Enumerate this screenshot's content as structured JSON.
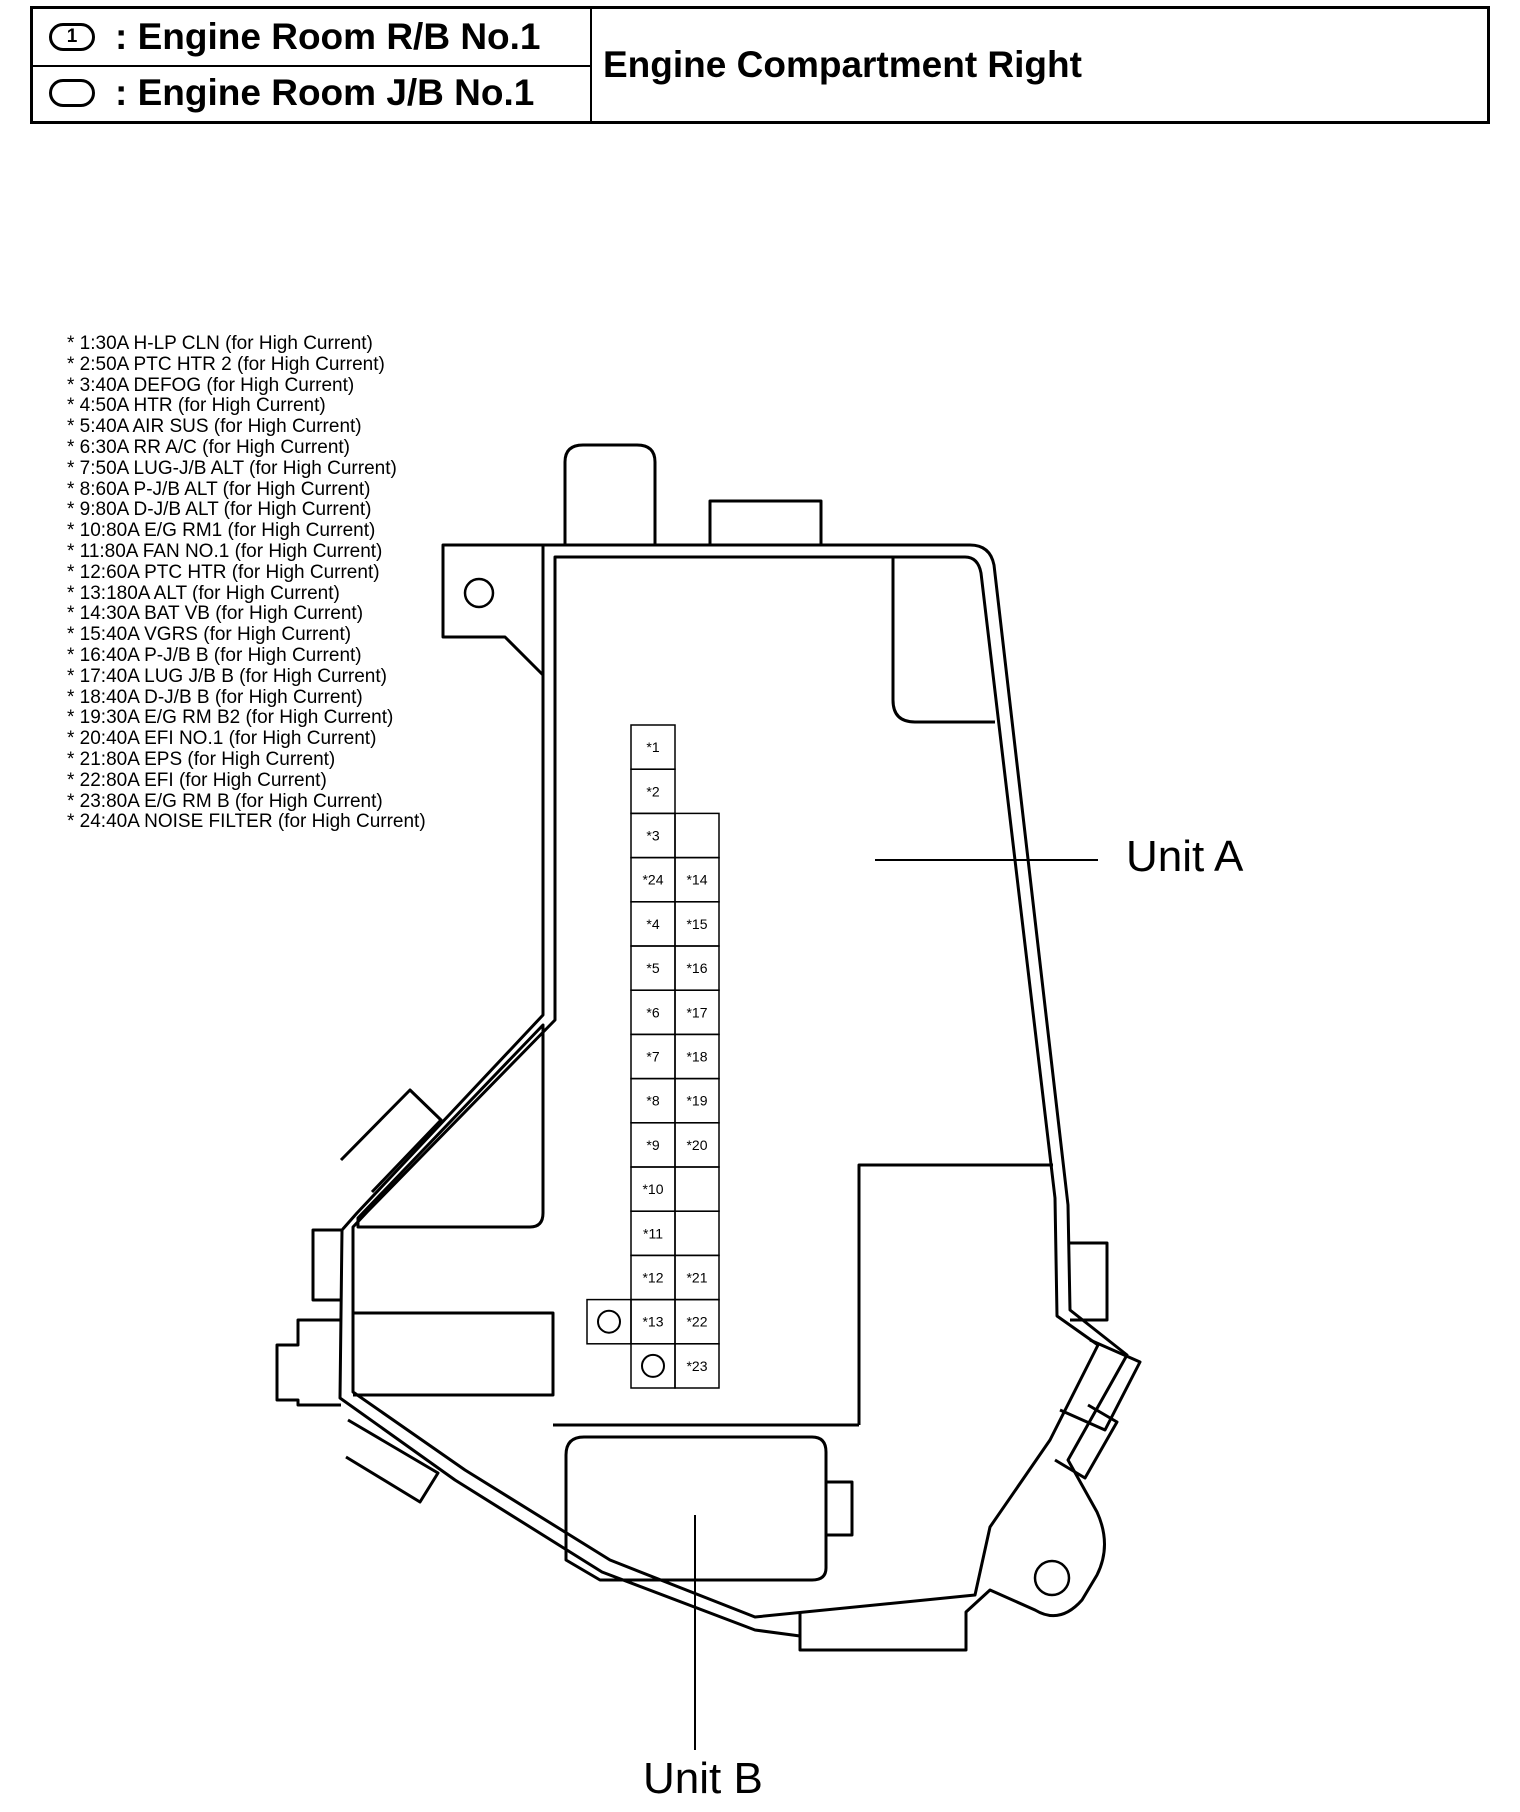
{
  "header": {
    "rows": [
      {
        "symbol_text": "1",
        "text": ": Engine Room R/B No.1"
      },
      {
        "symbol_text": "",
        "text": ": Engine Room J/B No.1"
      }
    ],
    "location": "Engine Compartment Right"
  },
  "legend": [
    "* 1:30A H-LP CLN (for High Current)",
    "* 2:50A PTC HTR 2 (for High Current)",
    "* 3:40A DEFOG (for High Current)",
    "* 4:50A HTR (for High Current)",
    "* 5:40A AIR SUS (for High Current)",
    "* 6:30A RR A/C (for High Current)",
    "* 7:50A LUG-J/B ALT (for High Current)",
    "* 8:60A P-J/B ALT (for High Current)",
    "* 9:80A D-J/B ALT (for High Current)",
    "* 10:80A E/G RM1 (for High Current)",
    "* 11:80A FAN NO.1 (for High Current)",
    "* 12:60A PTC HTR (for High Current)",
    "* 13:180A ALT (for High Current)",
    "* 14:30A BAT VB (for High Current)",
    "* 15:40A VGRS (for High Current)",
    "* 16:40A P-J/B B (for High Current)",
    "* 17:40A LUG J/B B (for High Current)",
    "* 18:40A D-J/B B (for High Current)",
    "* 19:30A E/G RM B2 (for High Current)",
    "* 20:40A EFI NO.1 (for High Current)",
    "* 21:80A EPS (for High Current)",
    "* 22:80A EFI (for High Current)",
    "* 23:80A E/G RM B (for High Current)",
    "* 24:40A NOISE FILTER (for High Current)"
  ],
  "fuse_grid": {
    "left_column": [
      "*1",
      "*2",
      "*3",
      "*24",
      "*4",
      "*5",
      "*6",
      "*7",
      "*8",
      "*9",
      "*10",
      "*11",
      "*12",
      "*13",
      ""
    ],
    "right_column": [
      "",
      "",
      "",
      "*14",
      "*15",
      "*16",
      "*17",
      "*18",
      "*19",
      "*20",
      "",
      "",
      "*21",
      "*22",
      "*23"
    ]
  },
  "labels": {
    "unit_a": "Unit A",
    "unit_b": "Unit B"
  }
}
